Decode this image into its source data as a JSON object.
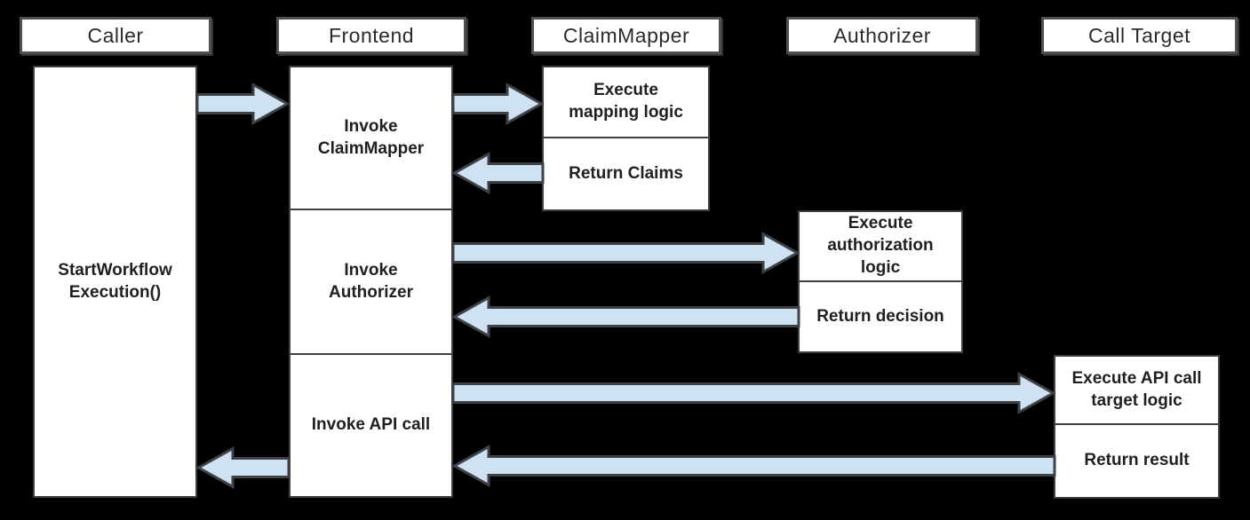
{
  "colors": {
    "background": "#000000",
    "box_fill": "#ffffff",
    "box_border": "#3c4043",
    "header_border": "#4d5156",
    "arrow_fill": "#cfe2f3",
    "arrow_stroke": "#3e4247",
    "text": "#1f1f1f",
    "header_text": "#2b2b2b"
  },
  "lanes": [
    {
      "label": "Caller"
    },
    {
      "label": "Frontend"
    },
    {
      "label": "ClaimMapper"
    },
    {
      "label": "Authorizer"
    },
    {
      "label": "Call Target"
    }
  ],
  "nodes": {
    "caller_activation": "StartWorkflow\nExecution()",
    "frontend_invoke_claimmapper": "Invoke\nClaimMapper",
    "frontend_invoke_authorizer": "Invoke\nAuthorizer",
    "frontend_invoke_api_call": "Invoke API call",
    "claimmapper_execute": "Execute\nmapping logic",
    "claimmapper_return": "Return Claims",
    "authorizer_execute": "Execute\nauthorization\nlogic",
    "authorizer_return": "Return decision",
    "calltarget_execute": "Execute API call\ntarget logic",
    "calltarget_return": "Return result"
  },
  "flows": [
    {
      "from": "Caller",
      "to": "Frontend",
      "direction": "right"
    },
    {
      "from": "Frontend",
      "to": "ClaimMapper",
      "direction": "right"
    },
    {
      "from": "ClaimMapper",
      "to": "Frontend",
      "direction": "left"
    },
    {
      "from": "Frontend",
      "to": "Authorizer",
      "direction": "right"
    },
    {
      "from": "Authorizer",
      "to": "Frontend",
      "direction": "left"
    },
    {
      "from": "Frontend",
      "to": "Call Target",
      "direction": "right"
    },
    {
      "from": "Call Target",
      "to": "Frontend",
      "direction": "left"
    },
    {
      "from": "Frontend",
      "to": "Caller",
      "direction": "left"
    }
  ]
}
